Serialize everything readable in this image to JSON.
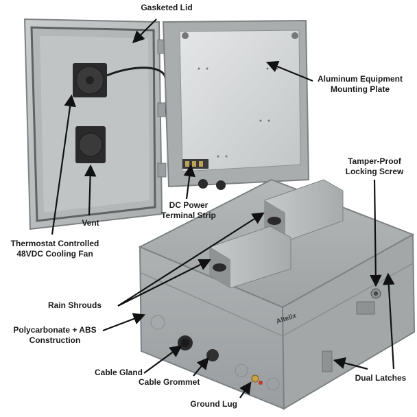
{
  "callouts": {
    "gasketed_lid": "Gasketed Lid",
    "aluminum_plate_line1": "Aluminum Equipment",
    "aluminum_plate_line2": "Mounting Plate",
    "tamper_line1": "Tamper-Proof",
    "tamper_line2": "Locking Screw",
    "dc_power_line1": "DC Power",
    "dc_power_line2": "Terminal Strip",
    "vent": "Vent",
    "thermostat_line1": "Thermostat Controlled",
    "thermostat_line2": "48VDC Cooling Fan",
    "rain_shrouds": "Rain Shrouds",
    "polycarbonate_line1": "Polycarbonate + ABS",
    "polycarbonate_line2": "Construction",
    "cable_gland": "Cable Gland",
    "cable_grommet": "Cable Grommet",
    "ground_lug": "Ground Lug",
    "dual_latches": "Dual Latches"
  },
  "brand_logo": "Altelix",
  "colors": {
    "enclosure_gray": "#b9bcbd",
    "enclosure_dark": "#8e9293",
    "plate_silver": "#d6d8d9",
    "text": "#1a1a1a",
    "fan": "#2a2a2a"
  }
}
